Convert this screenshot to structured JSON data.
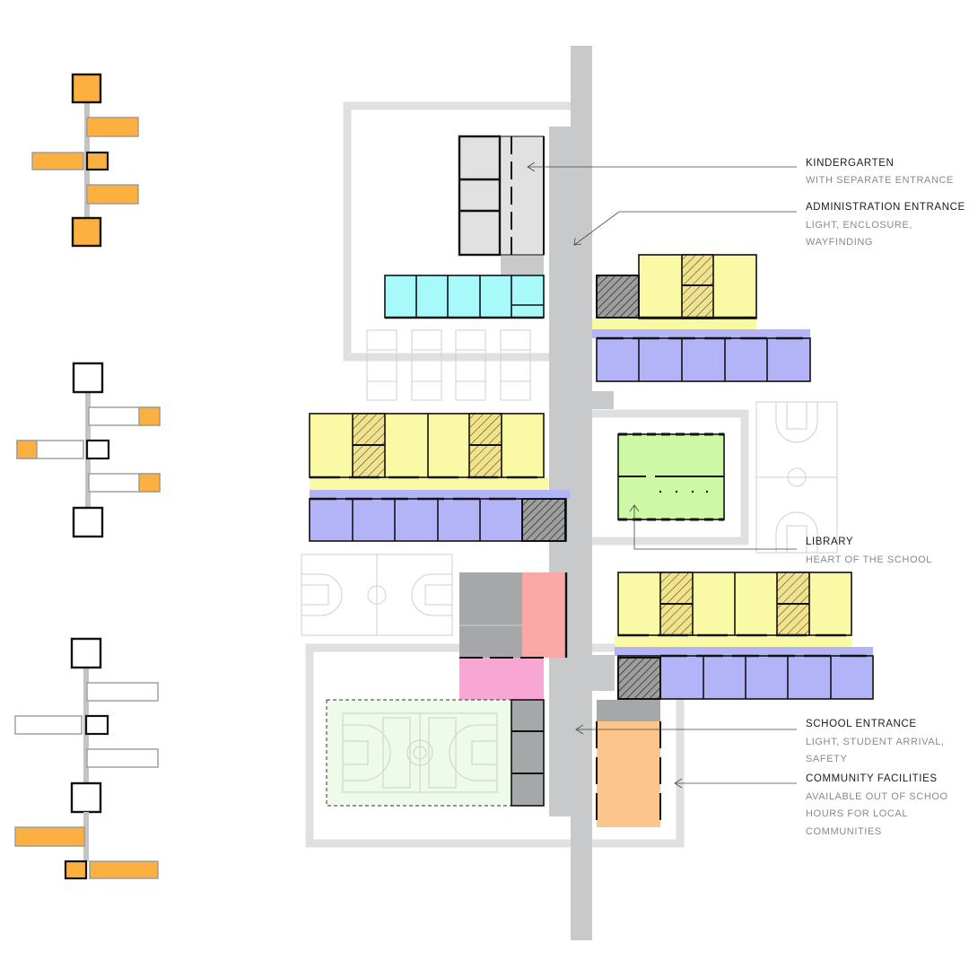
{
  "colors": {
    "circulation": "#c8c9cb",
    "courtyard_frame": "#dfe0e1",
    "classroom_yellow": "#fafaa6",
    "classroom_blue": "#b3b3f7",
    "kindergarten_grey": "#e1e1e1",
    "kindergarten_cyan": "#a8f9f9",
    "library_green": "#cdf9a7",
    "gym_green": "#eefaea",
    "service_grey": "#a6a7a9",
    "salmon": "#f9a8a6",
    "pink": "#f8a6d4",
    "community_orange": "#fbc58c",
    "diagram_orange": "#fbb040"
  },
  "annotations": [
    {
      "name": "kindergarten",
      "lines": [
        "KINDERGARTEN",
        "WITH SEPARATE ENTRANCE"
      ]
    },
    {
      "name": "administration-entrance",
      "lines": [
        "ADMINISTRATION ENTRANCE",
        "LIGHT, ENCLOSURE,",
        "WAYFINDING"
      ]
    },
    {
      "name": "library",
      "lines": [
        "LIBRARY",
        "HEART OF THE SCHOOL"
      ]
    },
    {
      "name": "school-entrance",
      "lines": [
        "SCHOOL ENTRANCE",
        "LIGHT, STUDENT ARRIVAL,",
        "SAFETY"
      ]
    },
    {
      "name": "community-facilities",
      "lines": [
        "COMMUNITY FACILITIES",
        "AVAILABLE OUT OF SCHOO",
        "HOURS FOR LOCAL",
        "COMMUNITIES"
      ]
    }
  ]
}
